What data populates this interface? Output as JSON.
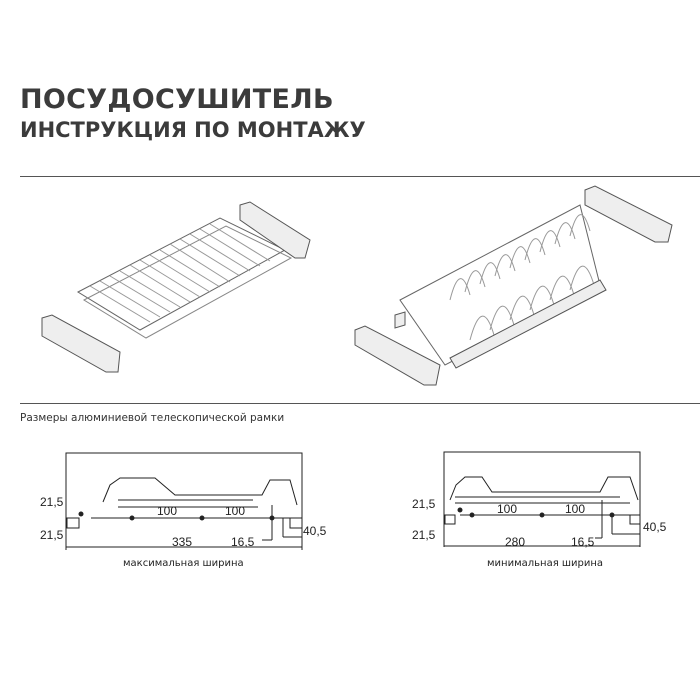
{
  "header": {
    "title": "ПОСУДОСУШИТЕЛЬ",
    "subtitle": "ИНСТРУКЦИЯ ПО МОНТАЖУ"
  },
  "section_caption": "Размеры алюминиевой телескопической рамки",
  "diagram_max": {
    "caption": "максимальная ширина",
    "dims": {
      "top_left": "21,5",
      "bottom_left": "21,5",
      "span1": "100",
      "span2": "100",
      "total": "335",
      "offset": "16,5",
      "right": "40,5"
    }
  },
  "diagram_min": {
    "caption": "минимальная ширина",
    "dims": {
      "top_left": "21,5",
      "bottom_left": "21,5",
      "span1": "100",
      "span2": "100",
      "total": "280",
      "offset": "16,5",
      "right": "40,5"
    }
  }
}
